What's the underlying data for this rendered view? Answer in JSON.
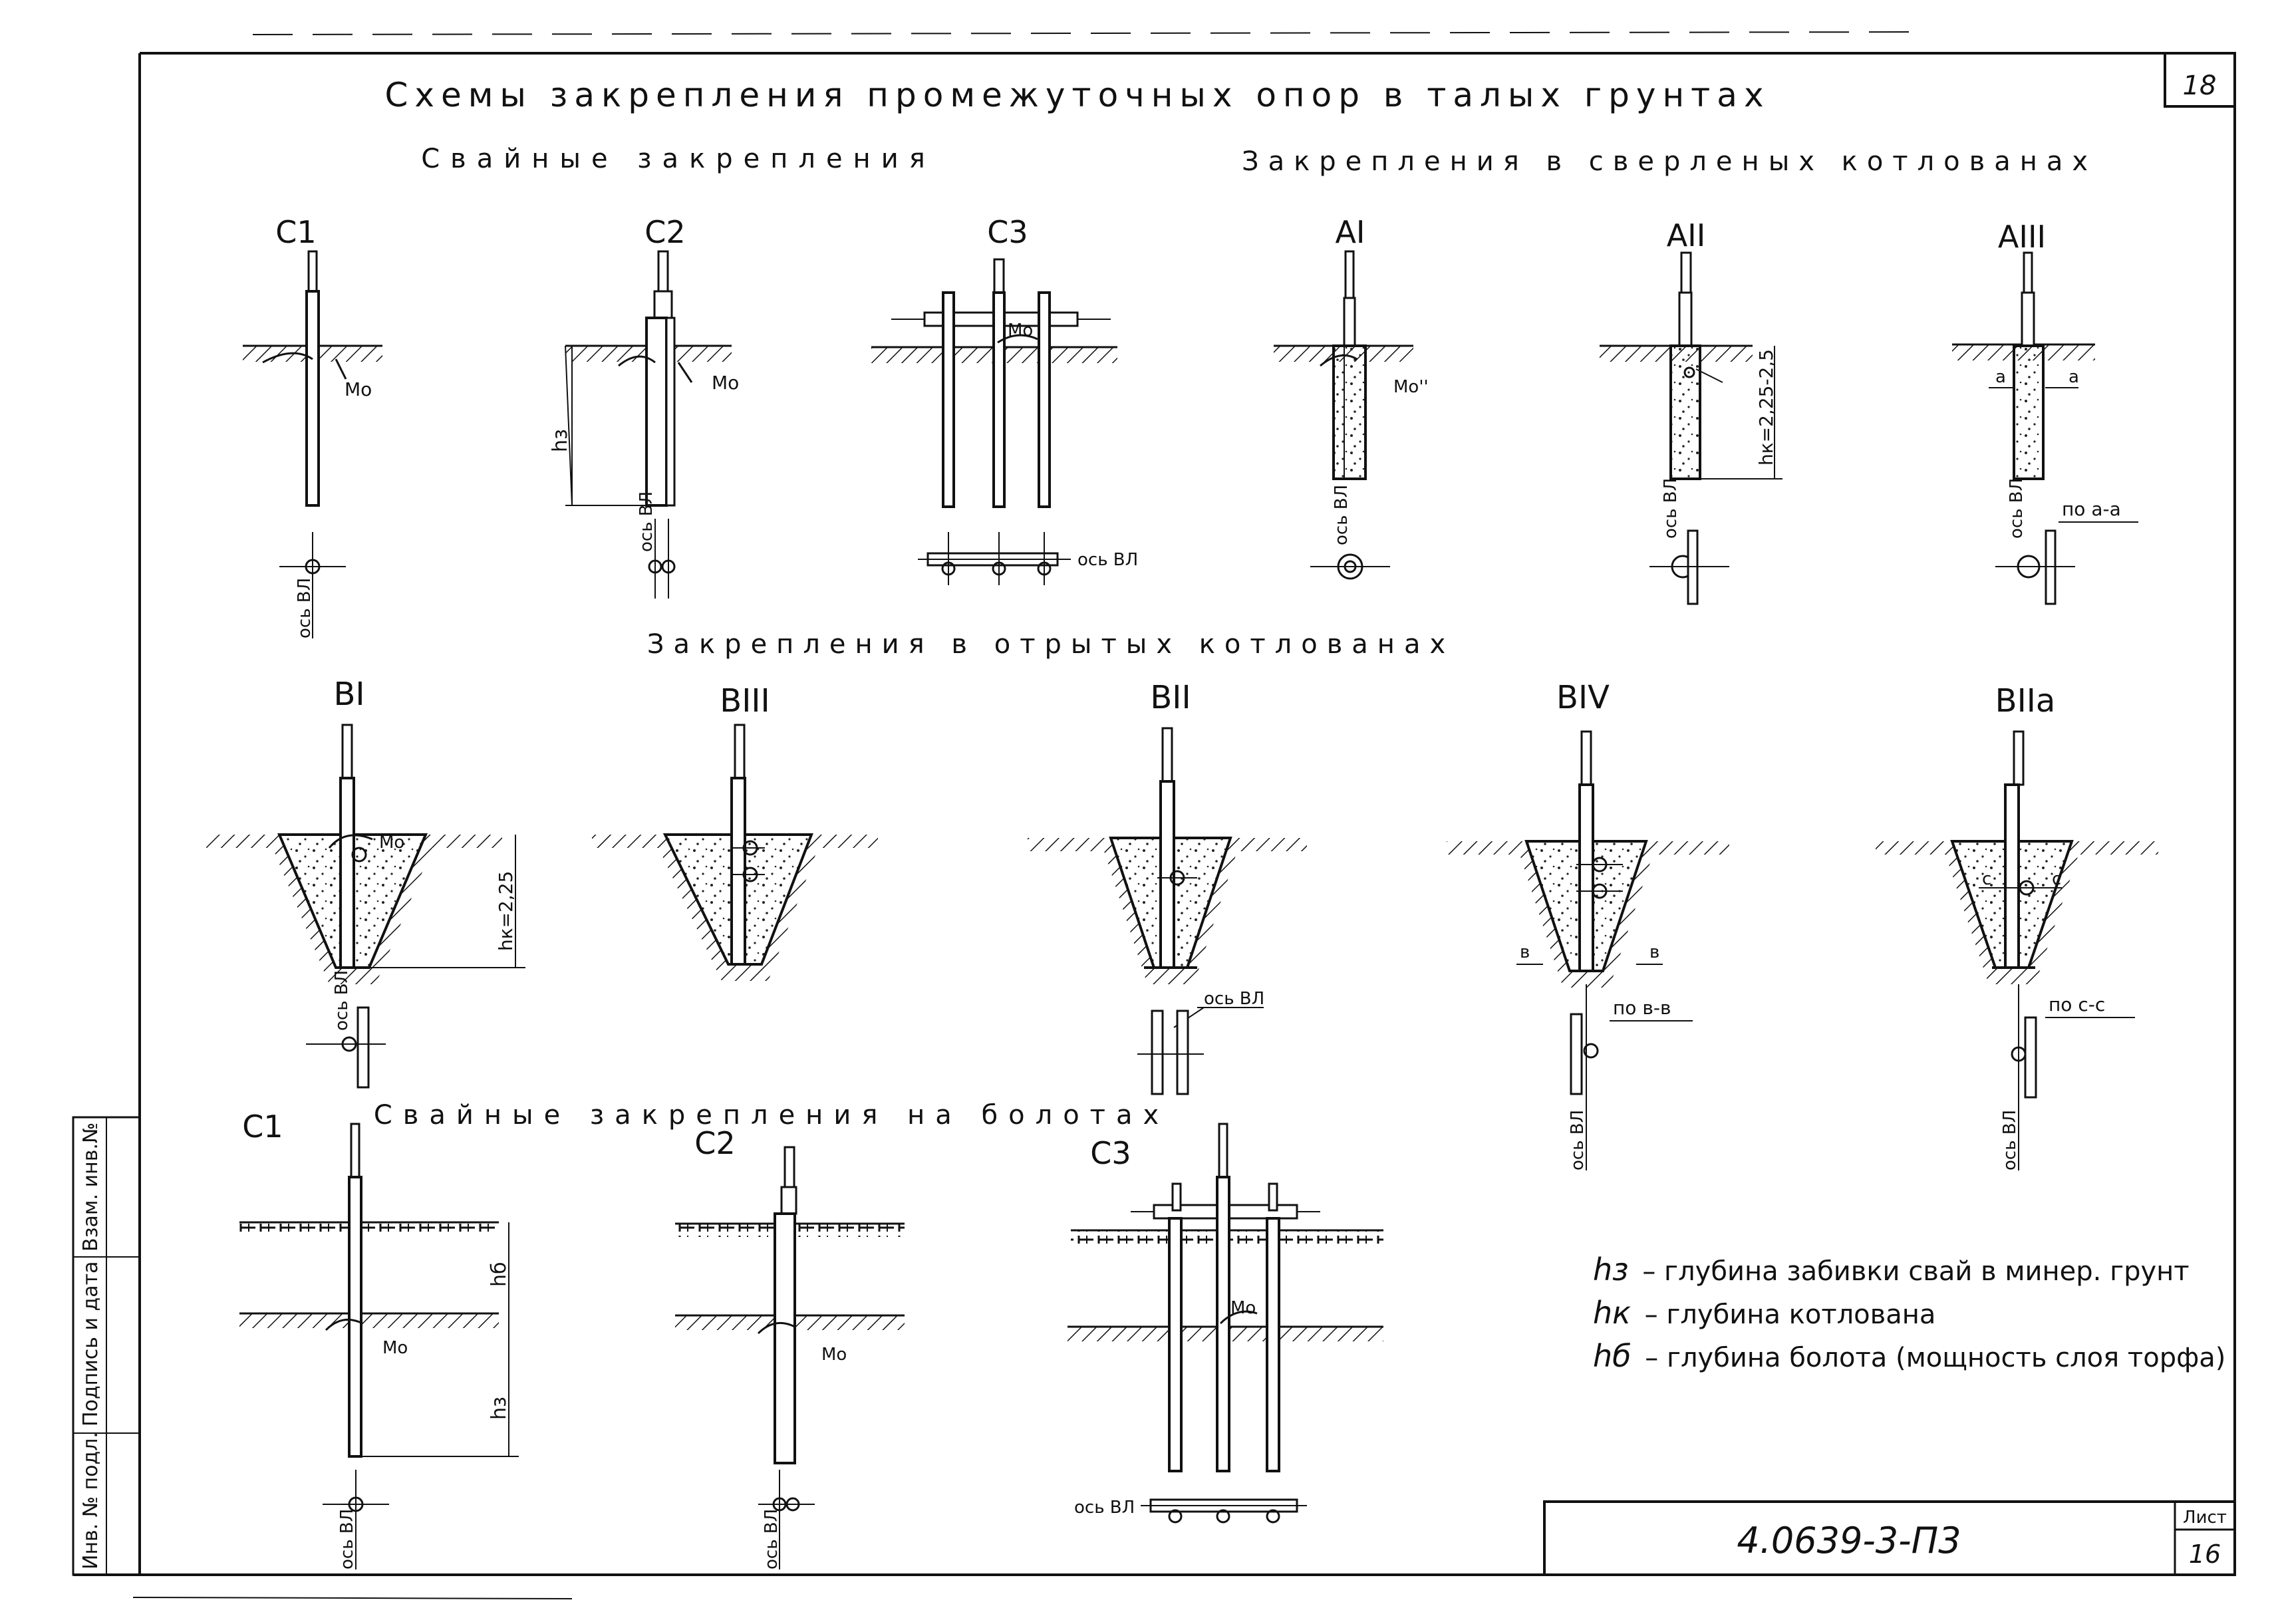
{
  "sheet": {
    "title": "Схемы закрепления промежуточных опор в талых грунтах",
    "page_number_top": "18",
    "doc_code": "4.0639-3-П3",
    "sheet_label": "Лист",
    "sheet_number": "16",
    "side_stamp": [
      "Инв. № подл.",
      "Подпись и дата",
      "Взам. инв.№"
    ]
  },
  "sections": {
    "pile": "Свайные закрепления",
    "drilled": "Закрепления в сверленых котлованах",
    "open_pit": "Закрепления в отрытых котлованах",
    "bog": "Свайные закрепления на болотах"
  },
  "schemes_top": [
    "С1",
    "С2",
    "С3",
    "АI",
    "АII",
    "АIII"
  ],
  "schemes_mid": [
    "ВI",
    "ВIII",
    "ВII",
    "ВIV",
    "ВIIа"
  ],
  "schemes_bog": [
    "С1",
    "С2",
    "С3"
  ],
  "labels": {
    "axis": "ось ВЛ",
    "moment": "Mo",
    "moment_alt": "Mo''",
    "hz": "hз",
    "hk": "hк",
    "hb": "hб",
    "hk_drill": "hк=2,25-2,5",
    "hk_pit": "hк=2,25",
    "section_a": "по а-а",
    "section_b": "по в-в",
    "section_c": "по с-с",
    "mark_a": "а",
    "mark_b": "в",
    "mark_c": "с"
  },
  "legend": [
    {
      "symbol": "hз",
      "text": "– глубина забивки свай в минер. грунт"
    },
    {
      "symbol": "hк",
      "text": "– глубина котлована"
    },
    {
      "symbol": "hб",
      "text": "– глубина болота (мощность слоя торфа)"
    }
  ]
}
